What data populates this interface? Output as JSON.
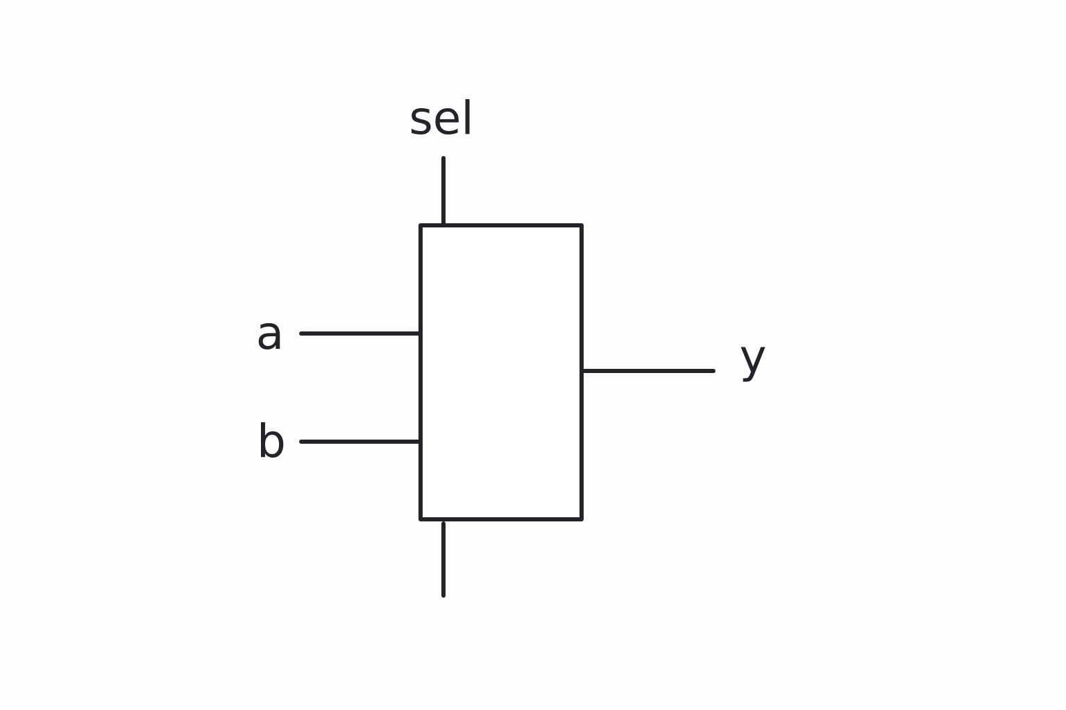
{
  "diagram": {
    "component": "mux",
    "ports": {
      "sel": {
        "label": "sel",
        "direction": "input",
        "side": "top"
      },
      "a": {
        "label": "a",
        "direction": "input",
        "side": "left"
      },
      "b": {
        "label": "b",
        "direction": "input",
        "side": "left"
      },
      "y": {
        "label": "y",
        "direction": "output",
        "side": "right"
      }
    },
    "extra_wires": [
      {
        "side": "bottom",
        "label": ""
      }
    ],
    "stroke_color": "#222429",
    "background_color": "#fdfdfd"
  }
}
